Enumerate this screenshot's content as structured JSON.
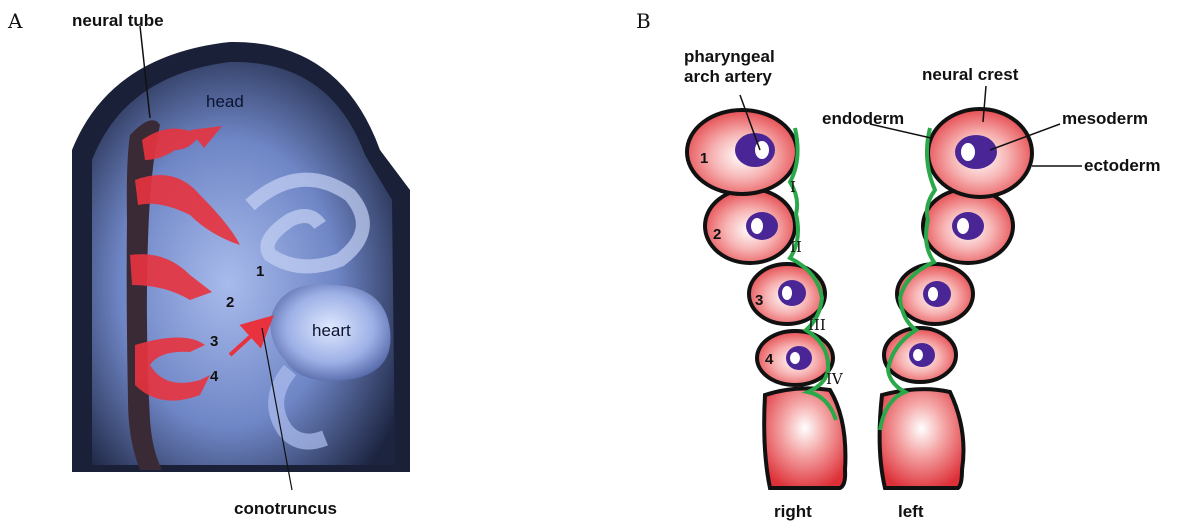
{
  "panel_a": {
    "letter": "A",
    "labels": {
      "neural_tube": "neural tube",
      "head": "head",
      "heart": "heart",
      "conotruncus": "conotruncus"
    },
    "arch_numbers": [
      "1",
      "2",
      "3",
      "4"
    ]
  },
  "panel_b": {
    "letter": "B",
    "labels": {
      "pharyngeal_line1": "pharyngeal",
      "pharyngeal_line2": "arch artery",
      "neural_crest": "neural crest",
      "endoderm": "endoderm",
      "mesoderm": "mesoderm",
      "ectoderm": "ectoderm",
      "right": "right",
      "left": "left"
    },
    "arch_numbers": [
      "1",
      "2",
      "3",
      "4"
    ],
    "pouch_numerals": [
      "I",
      "II",
      "III",
      "IV"
    ]
  },
  "colors": {
    "crest_red": "#e8333e",
    "mesenchyme_light": "#fbe3e3",
    "artery_purple": "#4a2596",
    "endoderm_green": "#2aa84a",
    "ectoderm_black": "#111111",
    "embryo_blue": "#7f96d4"
  }
}
